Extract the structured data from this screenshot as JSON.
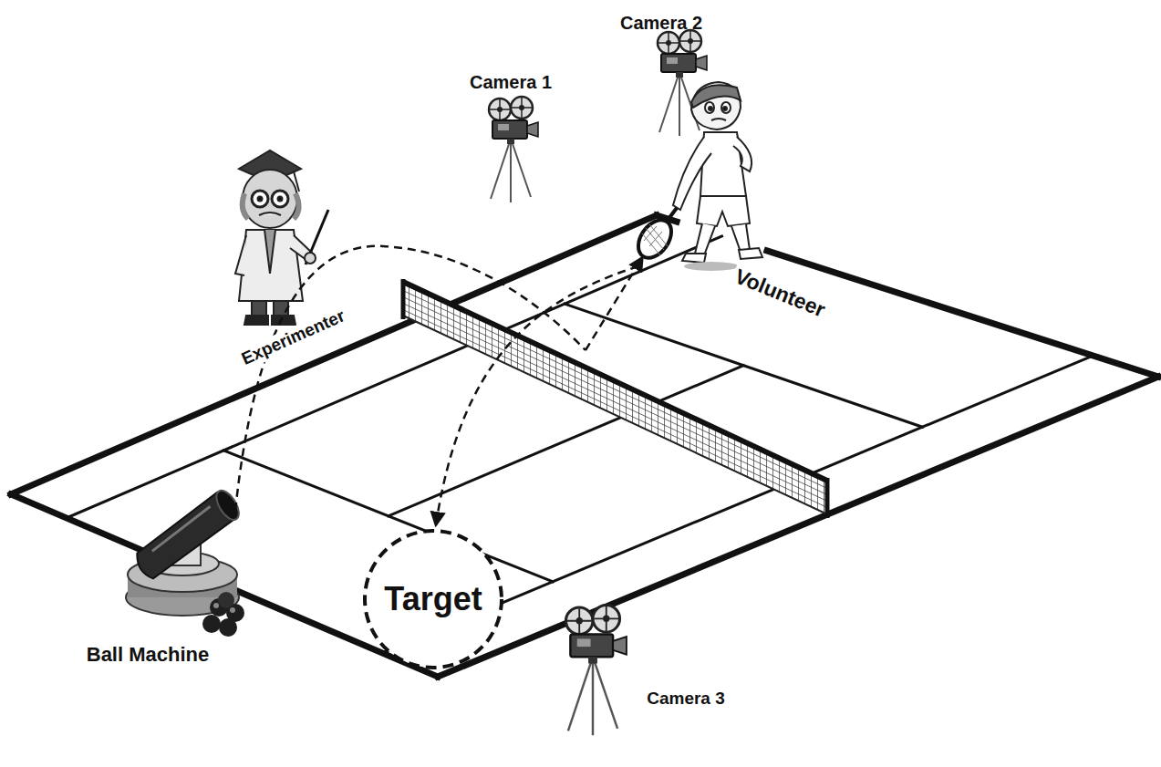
{
  "diagram": {
    "nodes": [
      {
        "text": [
          "Target"
        ]
      }
    ],
    "labels": [
      "Camera 2",
      "Camera 1",
      "Experimenter",
      "Volunteer",
      "Ball Machine",
      "Camera 3"
    ]
  }
}
